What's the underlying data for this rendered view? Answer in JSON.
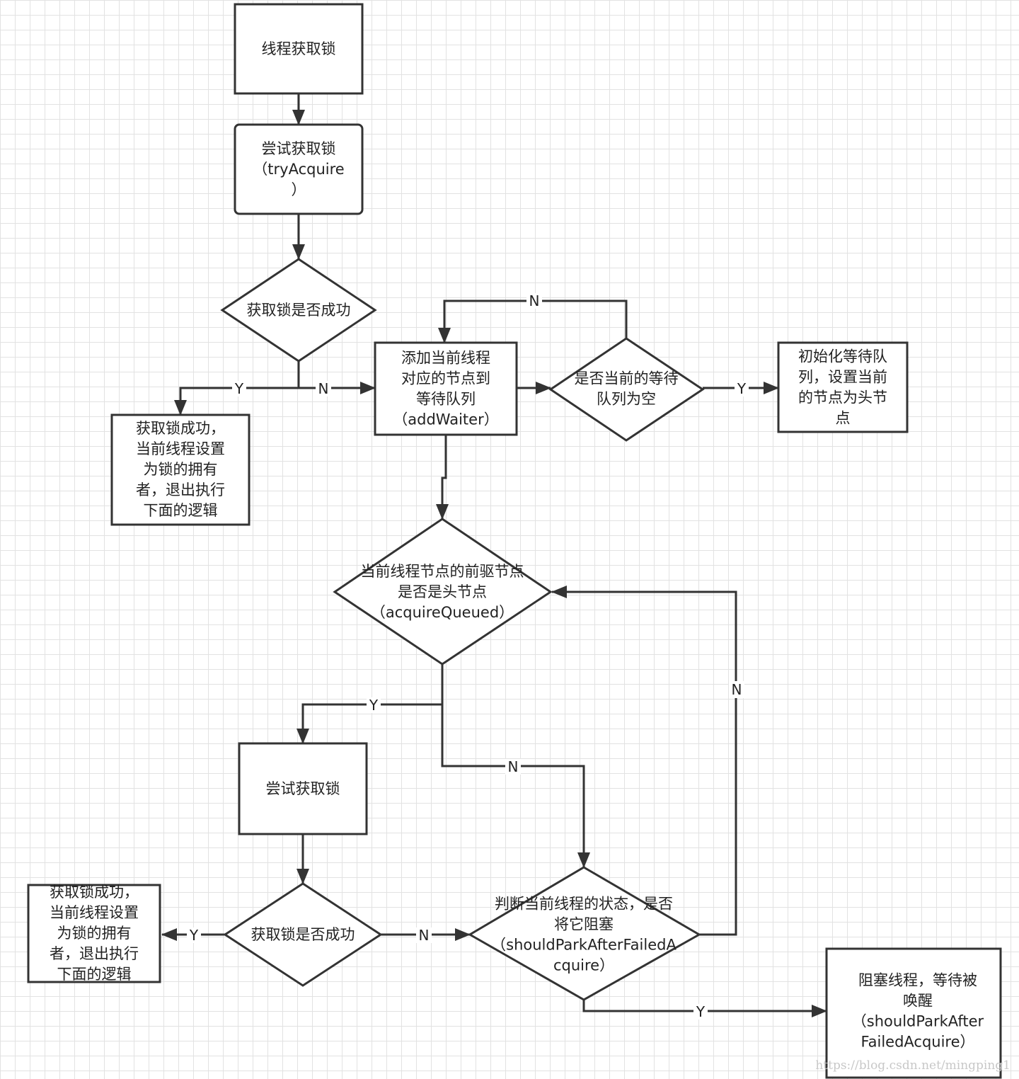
{
  "nodes": {
    "start": [
      "线程获取锁"
    ],
    "try_acquire": [
      "尝试获取锁",
      "（tryAcquire",
      "）"
    ],
    "decision_success_1": [
      "获取锁是否成功"
    ],
    "success_1": [
      "获取锁成功，",
      "当前线程设置",
      "为锁的拥有",
      "者，退出执行",
      "下面的逻辑"
    ],
    "add_waiter": [
      "添加当前线程",
      "对应的节点到",
      "等待队列",
      "（addWaiter）"
    ],
    "queue_empty": [
      "是否当前的等待",
      "队列为空"
    ],
    "init_queue": [
      "初始化等待队",
      "列，设置当前",
      "的节点为头节",
      "点"
    ],
    "acquire_queued": [
      "当前线程节点的前驱节点",
      "是否是头节点",
      "（acquireQueued）"
    ],
    "try_acquire_2": [
      "尝试获取锁"
    ],
    "decision_success_2": [
      "获取锁是否成功"
    ],
    "success_2": [
      "获取锁成功，",
      "当前线程设置",
      "为锁的拥有",
      "者，退出执行",
      "下面的逻辑"
    ],
    "should_park": [
      "判断当前线程的状态，是否",
      "将它阻塞",
      "（shouldParkAfterFailedA",
      "cquire）"
    ],
    "park": [
      "阻塞线程，等待被",
      "唤醒",
      "（shouldParkAfter",
      "FailedAcquire）"
    ]
  },
  "edge_labels": {
    "d1_yes": "Y",
    "d1_no": "N",
    "queue_loop_no": "N",
    "queue_yes": "Y",
    "aq_yes": "Y",
    "aq_no": "N",
    "d2_yes": "Y",
    "d2_no": "N",
    "park_loop_no": "N",
    "park_yes": "Y"
  },
  "watermark": "https://blog.csdn.net/mingping1"
}
